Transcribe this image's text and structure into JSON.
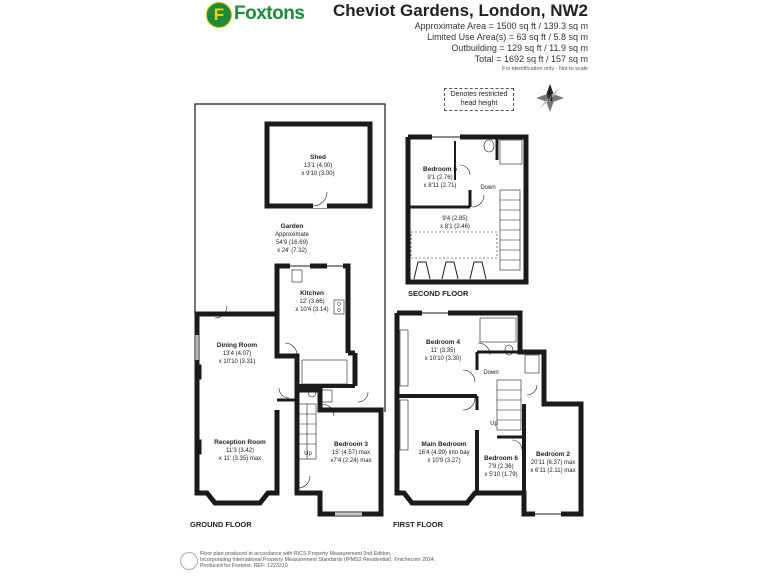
{
  "brand": {
    "name": "Foxtons",
    "initial": "F"
  },
  "property": {
    "title": "Cheviot Gardens, London, NW2",
    "areas": [
      "Approximate Area = 1500 sq ft / 139.3 sq m",
      "Limited Use Area(s) = 63 sq ft / 5.8 sq m",
      "Outbuilding = 129 sq ft / 11.9 sq m",
      "Total = 1692 sq ft / 157 sq m"
    ],
    "disclaimer": "For identification only - Not to scale"
  },
  "legend": {
    "restricted_line1": "Denotes restricted",
    "restricted_line2": "head height"
  },
  "compass": {
    "label": "N"
  },
  "floors": {
    "ground": "GROUND FLOOR",
    "first": "FIRST FLOOR",
    "second": "SECOND FLOOR"
  },
  "rooms": {
    "shed": {
      "name": "Shed",
      "dim1": "13'1 (4.00)",
      "dim2": "x 9'10 (3.00)"
    },
    "garden": {
      "name": "Garden",
      "dim1": "Approximate",
      "dim2": "54'9 (16.69)",
      "dim3": "x 24' (7.32)"
    },
    "kitchen": {
      "name": "Kitchen",
      "dim1": "12' (3.66)",
      "dim2": "x 10'4 (3.14)"
    },
    "dining": {
      "name": "Dining Room",
      "dim1": "13'4 (4.07)",
      "dim2": "x 10'10 (3.31)"
    },
    "reception": {
      "name": "Reception Room",
      "dim1": "11'3 (3.42)",
      "dim2": "x 11' (3.35) max"
    },
    "bedroom3": {
      "name": "Bedroom 3",
      "dim1": "15' (4.57) max",
      "dim2": "x7'4 (2.24) max"
    },
    "bedroom5": {
      "name": "Bedroom 5",
      "dim1": "9'1 (2.76)",
      "dim2": "x 8'11 (2.71)"
    },
    "loft": {
      "dim1": "9'4 (2.85)",
      "dim2": "x 8'1 (2.46)"
    },
    "bedroom4": {
      "name": "Bedroom 4",
      "dim1": "11' (3.35)",
      "dim2": "x 10'10 (3.30)"
    },
    "main": {
      "name": "Main Bedroom",
      "dim1": "16'4 (4.99) into bay",
      "dim2": "x 10'9 (3.27)"
    },
    "bedroom6": {
      "name": "Bedroom 6",
      "dim1": "7'9 (2.36)",
      "dim2": "x 5'10 (1.79)"
    },
    "bedroom2": {
      "name": "Bedroom 2",
      "dim1": "20'11 (6.37) max",
      "dim2": "x 6'11 (2.11) max"
    }
  },
  "stairs": {
    "up": "Up",
    "down": "Down"
  },
  "footer": {
    "line1": "Floor plan produced in accordance with RICS Property Measurement 2nd Edition,",
    "line2": "Incorporating International Property Measurement Standards (IPMS2 Residential). ©nichecom 2024.",
    "line3": "Produced for Foxtons.   REF: 1223310"
  },
  "colors": {
    "brand_green": "#1f8a3a",
    "brand_yellow": "#f2d100",
    "wall": "#1a1a1a"
  }
}
